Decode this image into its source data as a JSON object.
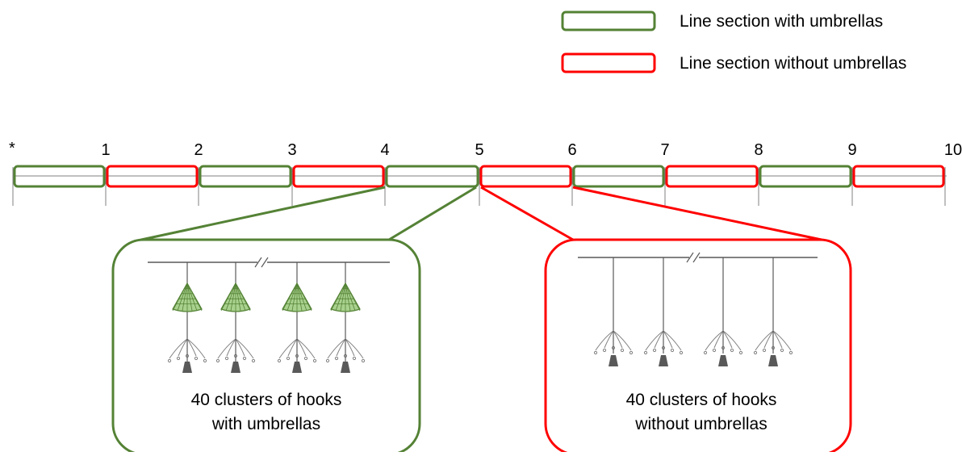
{
  "legend": {
    "with_label": "Line section with umbrellas",
    "without_label": "Line section without umbrellas"
  },
  "colors": {
    "green": "#548235",
    "red": "#ff0000",
    "gear": "#595959",
    "umbrella_fill": "#a9d18e"
  },
  "scale": {
    "start_label": "*",
    "ticks": [
      "1",
      "2",
      "3",
      "4",
      "5",
      "6",
      "7",
      "8",
      "9",
      "10"
    ]
  },
  "sections": [
    "with",
    "without",
    "with",
    "without",
    "with",
    "without",
    "with",
    "without",
    "with",
    "without"
  ],
  "panels": {
    "with": {
      "line1": "40 clusters of hooks",
      "line2": "with umbrellas"
    },
    "without": {
      "line1": "40 clusters of hooks",
      "line2": "without umbrellas"
    }
  }
}
